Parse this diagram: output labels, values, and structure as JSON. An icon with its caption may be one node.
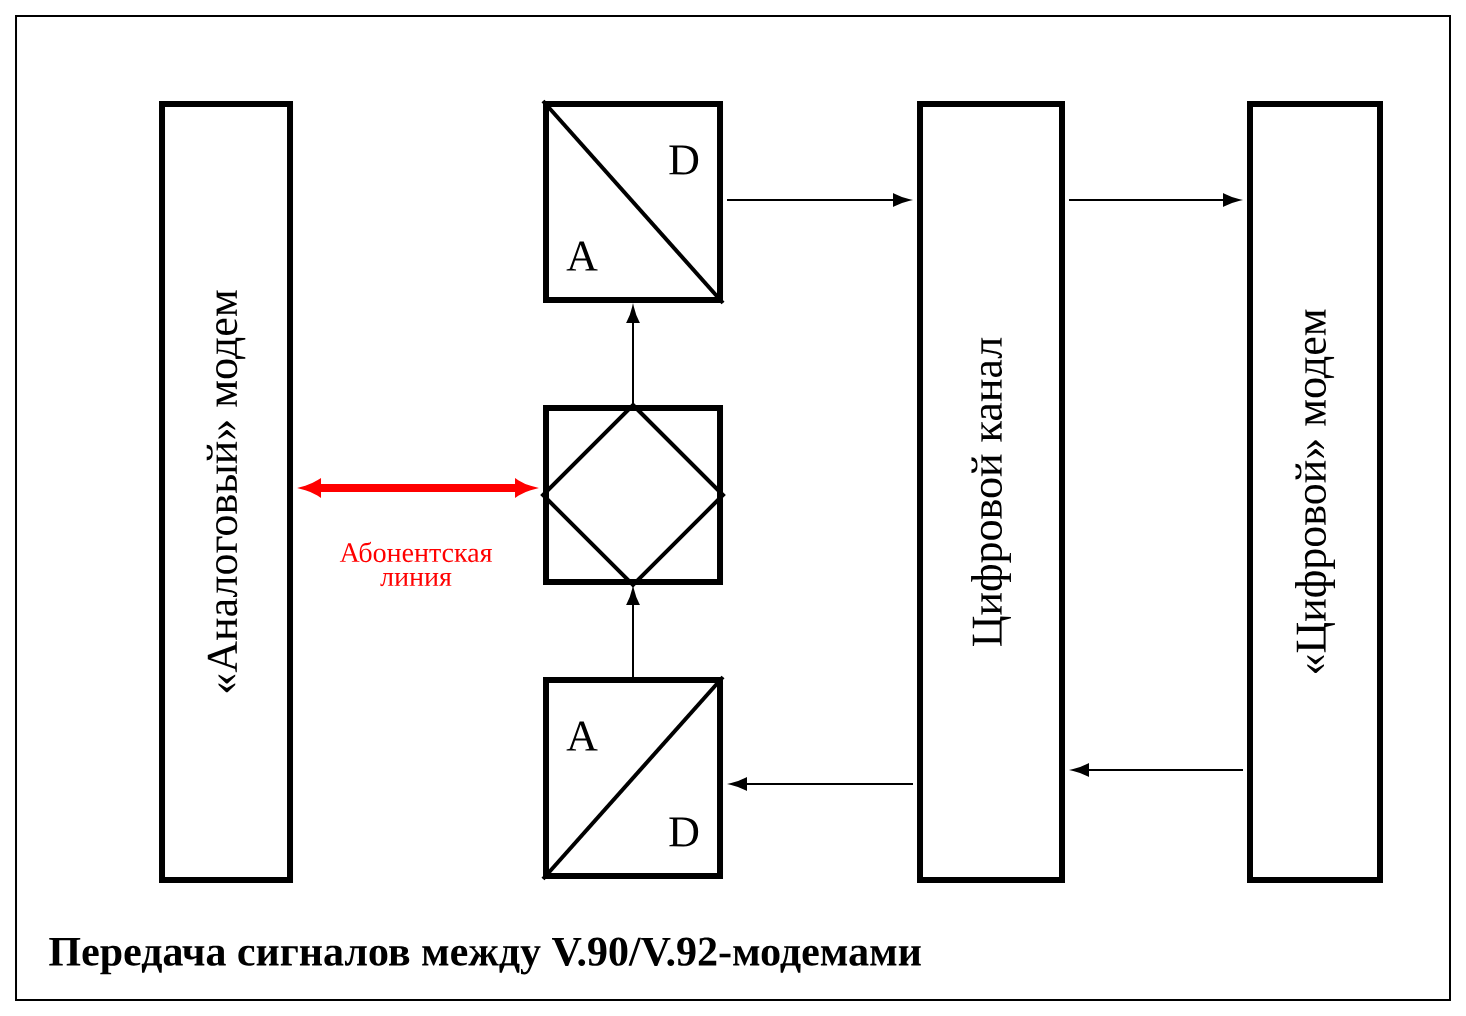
{
  "diagram": {
    "caption": "Передача сигналов между V.90/V.92-модемами",
    "nodes": [
      {
        "text": [
          "«Аналоговый» модем"
        ]
      },
      {
        "text": [
          "D",
          "A"
        ]
      },
      {
        "text": [],
        "shape": "diamond"
      },
      {
        "text": [
          "A",
          "D"
        ]
      },
      {
        "text": [
          "Цифровой канал"
        ]
      },
      {
        "text": [
          "«Цифровой» модем"
        ]
      }
    ],
    "edges": [
      {
        "from": 0,
        "to": 2,
        "arrow": "both",
        "label": "Абонентская линия",
        "style": "thick",
        "color": "#ff0000"
      },
      {
        "from": 3,
        "to": 2,
        "arrow": "to"
      },
      {
        "from": 2,
        "to": 1,
        "arrow": "to"
      },
      {
        "from": 1,
        "to": 4,
        "arrow": "to"
      },
      {
        "from": 4,
        "to": 5,
        "arrow": "to"
      },
      {
        "from": 5,
        "to": 4,
        "arrow": "to"
      },
      {
        "from": 4,
        "to": 3,
        "arrow": "to"
      }
    ]
  }
}
